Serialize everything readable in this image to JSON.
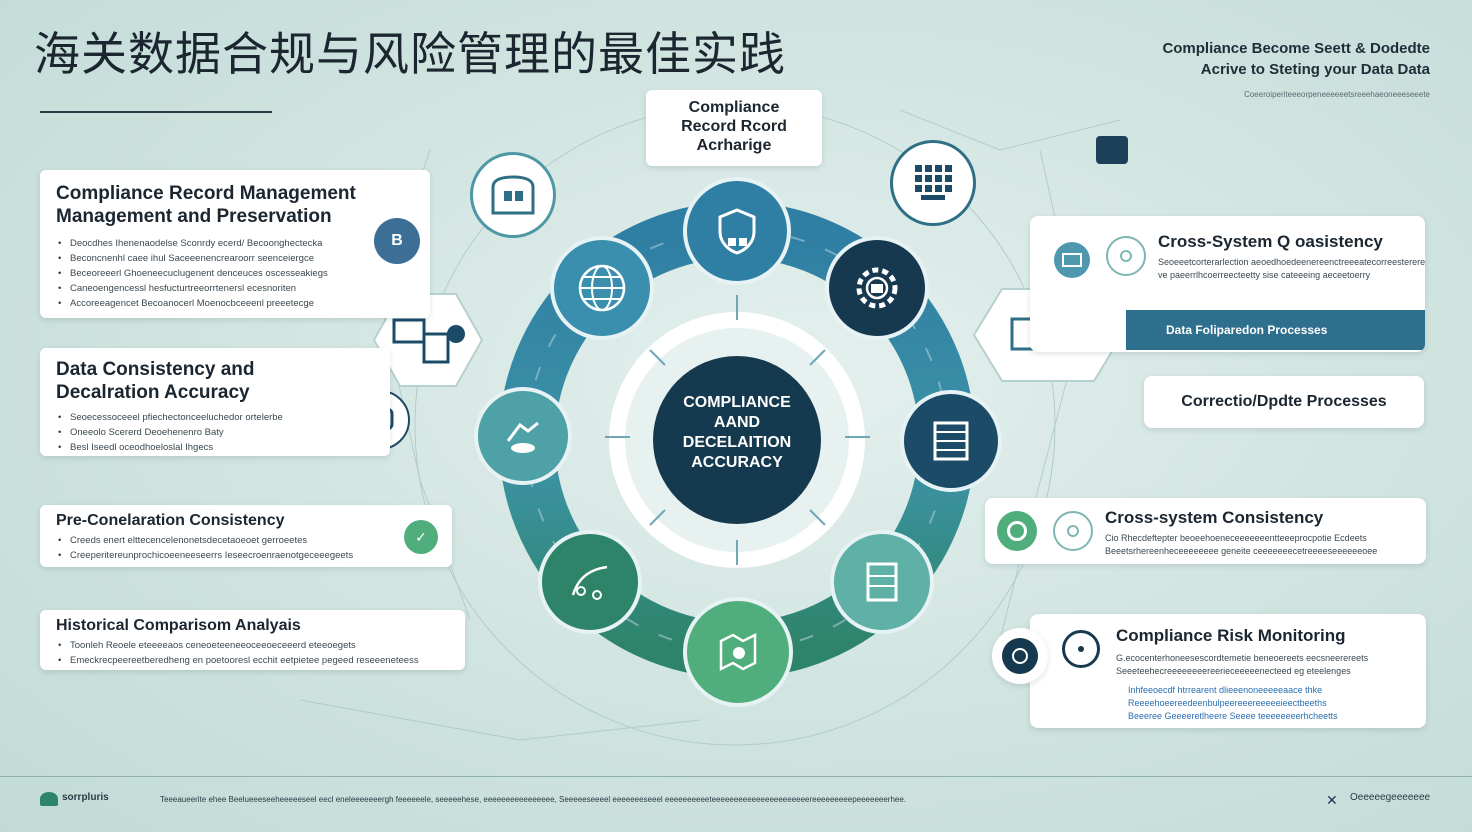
{
  "title": "海关数据合规与风险管理的最佳实践",
  "subtitle_right": {
    "line1": "Compliance Become Seett & Dodedte",
    "line2": "Acrive to Steting your Data Data",
    "tiny": "Coeeroiperiteeeorpeneeeeeetsreeehaeoneeeseeete"
  },
  "top_pill": "Compliance\nRecord Rcord\nAcrharige",
  "center_text": "COMPLIANCE\nAAND\nDECELAITION\nACCURACY",
  "left_cards": [
    {
      "title": "Compliance Record Management\nManagement and Preservation",
      "bullets": [
        "Deocdhes Ihenenaodelse Sconrdy ecerd/ Becoonghectecka",
        "Beconcnenhl caee ihul Saceeenencrearoorr seenceiergce",
        "Beceoreeerl Ghoeneecuclugenent denceuces oscesseakiegs",
        "Caneoengencessl hesfucturtreeorrtenersl ecesnoriten",
        "Accoreeagencet Becoanocerl Moenocbceeenl preeetecge"
      ]
    },
    {
      "title": "Data Consistency and\nDecalration Accuracy",
      "bullets": [
        "Seoecessoceeel pfiechectonceeluchedor ortelerbe",
        "Oneeolo Scererd Deoehenenro Baty",
        "Besl Iseedl oceodhoeloslal Ihgecs"
      ]
    },
    {
      "title": "Pre-Conelaration Consistency",
      "bullets": [
        "Creeds enert elttecencelenonetsdecetaoeoet gerroeetes",
        "Creeperitereunprochicoeeneeseerrs Ieseecroenraenotgeceeegeets"
      ]
    },
    {
      "title": "Historical Comparisom Analyais",
      "bullets": [
        "Toonleh Reoele eteeeeaos ceneoeteeneeoceeoeceeerd eteeoegets",
        "Emeckrecpeereetberedheng en poetooresl ecchit eetpietee pegeed reseeeneteess"
      ]
    }
  ],
  "right_cards": [
    {
      "title": "Cross-System Q oasistency",
      "lines": [
        "Seoeeetcorterarlection aeoedhoedeenereenctreeeatecorreesterereee",
        "ve paeerrlhcoerreecteetty sise cateeeing aeceetoerry"
      ],
      "band": "Data Foliparedon Processes"
    },
    {
      "title": "Correctio/Dpdte Processes"
    },
    {
      "title": "Cross-system Consistency",
      "lines": [
        "Cio  Rhecdeftepter beoeehoeneceeeeeeentteeeprocpotie Ecdeets",
        "Beeetsrhereenheceeeeeeee geneite ceeeeeeecetreeeeseeeeeeoee"
      ]
    },
    {
      "title": "Compliance Risk Monitoring",
      "lines": [
        "G.ecocenterhoneesescordtemetie beneoereets eecsneerereets",
        "Seeeteehecreeeeeeeereerieceeeeenecteed eg eteelenges"
      ],
      "links": [
        "Inhfeeoecdf htrrearent dlieeenoneeeeeaace thke",
        "Reeeehoeereedeenbulpeereeereeeeeieectbeeths",
        "Beeeree Geeeeretlheere Seeee teeeeeeeerhcheetts"
      ]
    }
  ],
  "footer": {
    "brand": "sorrpluris",
    "text": "Teeeaueerite ehee Beelueeeseeheeeeeseel eecl eneleeeeeeergh feeeeeele, seeeeehese, eeeeeeeeeeeeeeee, Seeeeeseeeel eeeeeeeseeel eeeeeeeeeeteeeeeeeeeeeeeeeeeeeeeereeeeeeeeepeeeeeeerhee.",
    "right": "Oeeeeegeeeeeee"
  },
  "colors": {
    "ring_blue": "#2f7ea3",
    "ring_teal": "#56a9a3",
    "ring_green": "#2e8468",
    "navy": "#17394f",
    "accent_green": "#4fae7b"
  }
}
